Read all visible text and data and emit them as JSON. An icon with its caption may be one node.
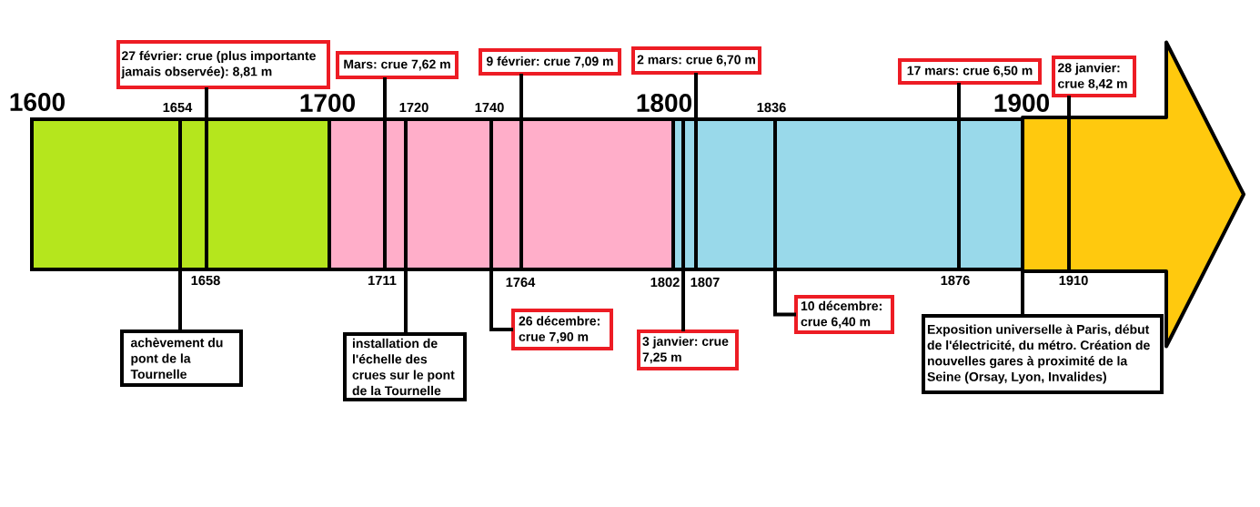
{
  "diagram": {
    "nodes": [
      {
        "text": [
          "27 février: crue (plus importante jamais observée): 8,81 m"
        ]
      },
      {
        "text": [
          "Mars: crue 7,62 m"
        ]
      },
      {
        "text": [
          "9 février: crue 7,09 m"
        ]
      },
      {
        "text": [
          "2 mars: crue 6,70 m"
        ]
      },
      {
        "text": [
          "17 mars: crue 6,50 m"
        ]
      },
      {
        "text": [
          "28 janvier: crue 8,42 m"
        ]
      },
      {
        "text": [
          "1600"
        ]
      },
      {
        "text": [
          "1700"
        ]
      },
      {
        "text": [
          "1800"
        ]
      },
      {
        "text": [
          "1900"
        ]
      },
      {
        "text": [
          "achèvement du pont de la Tournelle"
        ]
      },
      {
        "text": [
          "installation de l'échelle des crues sur le pont de la Tournelle"
        ]
      },
      {
        "text": [
          "26 décembre: crue 7,90 m"
        ]
      },
      {
        "text": [
          "3 janvier: crue 7,25 m"
        ]
      },
      {
        "text": [
          "10 décembre: crue 6,40 m"
        ]
      },
      {
        "text": [
          "Exposition universelle à Paris, début de l'électricité, du métro. Création de nouvelles gares à proximité de la Seine (Orsay, Lyon, Invalides)"
        ]
      }
    ],
    "edges": [
      {
        "from": 0,
        "to": 6,
        "arrow": "none",
        "label": "1658"
      },
      {
        "from": 1,
        "to": 7,
        "arrow": "none",
        "label": "1711"
      },
      {
        "from": 2,
        "to": 7,
        "arrow": "none",
        "label": "1764"
      },
      {
        "from": 3,
        "to": 8,
        "arrow": "none",
        "label": "1807"
      },
      {
        "from": 4,
        "to": 8,
        "arrow": "none",
        "label": "1876"
      },
      {
        "from": 5,
        "to": 9,
        "arrow": "none",
        "label": "1910"
      },
      {
        "from": 10,
        "to": 6,
        "arrow": "none",
        "label": "1654"
      },
      {
        "from": 11,
        "to": 7,
        "arrow": "none",
        "label": "1720"
      },
      {
        "from": 12,
        "to": 7,
        "arrow": "none",
        "label": "1740"
      },
      {
        "from": 13,
        "to": 8,
        "arrow": "none",
        "label": "1802"
      },
      {
        "from": 14,
        "to": 8,
        "arrow": "none",
        "label": "1836"
      },
      {
        "from": 15,
        "to": 9,
        "arrow": "none"
      }
    ]
  }
}
